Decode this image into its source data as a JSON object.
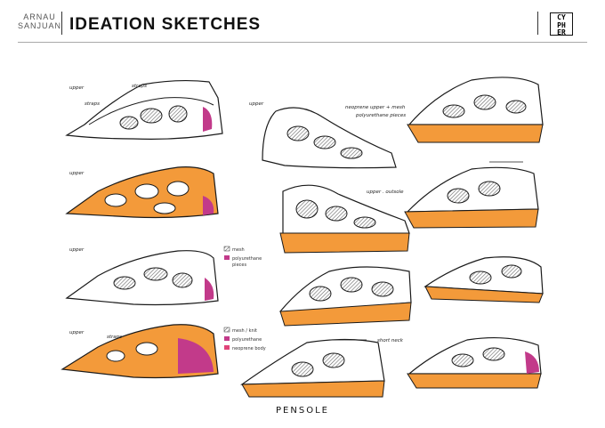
{
  "header": {
    "author_line1": "ARNAU",
    "author_line2": "SANJUAN",
    "title": "IDEATION SKETCHES",
    "logo_line1": "CY",
    "logo_line2": "PH",
    "logo_line3": "ER"
  },
  "notes": {
    "upper_1": "upper",
    "straps_1": "straps",
    "straps_2": "straps",
    "upper_2": "upper",
    "upper_3": "upper",
    "upper_4": "upper",
    "upper_mid": "upper",
    "neoprene_line1": "neoprene upper + mesh",
    "neoprene_line2": "polyurethane pieces",
    "upper_outsole": "upper . outsole",
    "short_neck": "short neck",
    "straps_3": "straps"
  },
  "legend_1": {
    "items": [
      "mesh",
      "polyurethane",
      "pieces"
    ]
  },
  "legend_2": {
    "items": [
      "mesh / knit",
      "polyurethane",
      "neoprene body"
    ]
  },
  "colors": {
    "orange": "#f39a3a",
    "magenta": "#c23a8a",
    "grey": "#8a8a8a",
    "ink": "#1a1a1a"
  },
  "footer": {
    "brand": "PENSOLE"
  }
}
